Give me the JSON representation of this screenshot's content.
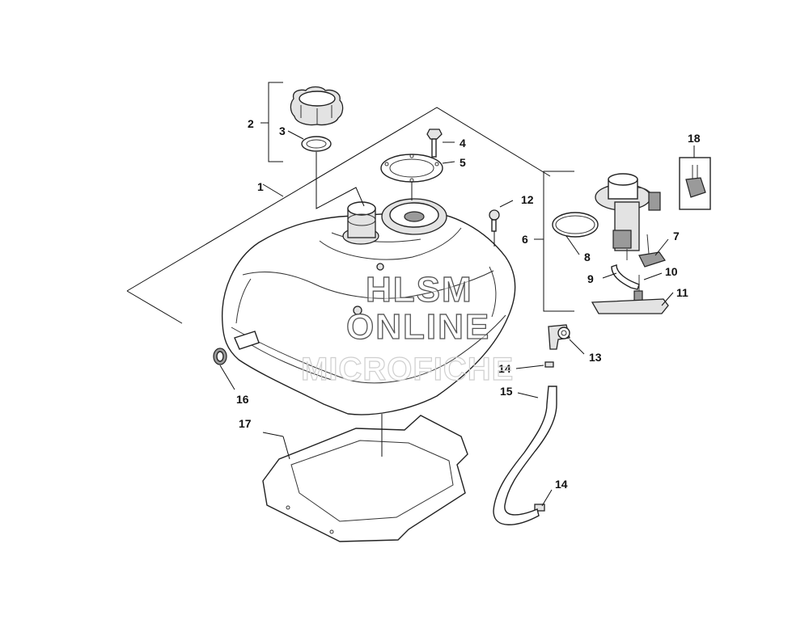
{
  "watermark": {
    "line1": "HLSM",
    "line2": "ONLINE",
    "line3": "MICROFICHE"
  },
  "callouts": {
    "c1": "1",
    "c2": "2",
    "c3": "3",
    "c4": "4",
    "c5": "5",
    "c6": "6",
    "c7": "7",
    "c8": "8",
    "c9": "9",
    "c10": "10",
    "c11": "11",
    "c12": "12",
    "c13": "13",
    "c14a": "14",
    "c14b": "14",
    "c15": "15",
    "c16": "16",
    "c17": "17",
    "c18": "18"
  }
}
